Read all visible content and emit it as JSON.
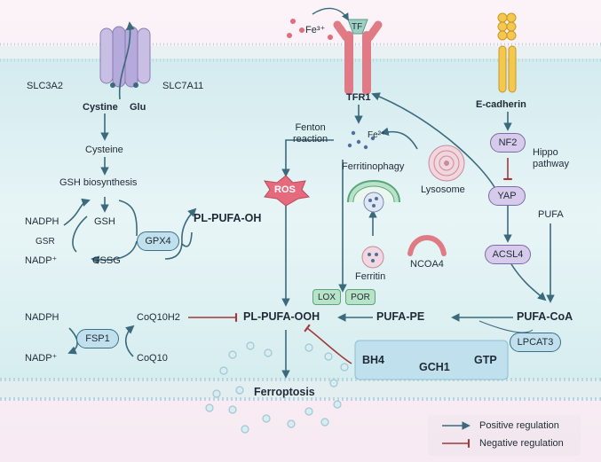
{
  "transport": {
    "slc3a2": "SLC3A2",
    "slc7a11": "SLC7A11",
    "cystine": "Cystine",
    "glu": "Glu"
  },
  "left_pathway": {
    "cysteine": "Cysteine",
    "gsh_biosynthesis": "GSH biosynthesis",
    "nadph": "NADPH",
    "gsh": "GSH",
    "gsr": "GSR",
    "nadp_plus": "NADP⁺",
    "gssg": "GSSG",
    "gpx4": "GPX4",
    "pl_pufa_oh": "PL-PUFA-OH",
    "nadph2": "NADPH",
    "fsp1": "FSP1",
    "coq10h2": "CoQ10H2",
    "nadp_plus2": "NADP⁺",
    "coq10": "CoQ10"
  },
  "iron": {
    "fe3": "Fe³⁺",
    "tf": "TF",
    "tfr1": "TFR1",
    "fe2": "Fe²⁺",
    "fenton": "Fenton\nreaction",
    "ros": "ROS",
    "ferritinophagy": "Ferritinophagy",
    "lysosome": "Lysosome",
    "ferritin": "Ferritin",
    "ncoa4": "NCOA4"
  },
  "right_pathway": {
    "e_cadherin": "E-cadherin",
    "nf2": "NF2",
    "hippo": "Hippo\npathway",
    "yap": "YAP",
    "pufa": "PUFA",
    "acsl4": "ACSL4",
    "pufa_coa": "PUFA-CoA",
    "lpcat3": "LPCAT3",
    "pufa_pe": "PUFA-PE"
  },
  "center": {
    "lox": "LOX",
    "por": "POR",
    "pl_pufa_ooh": "PL-PUFA-OOH",
    "ferroptosis": "Ferroptosis"
  },
  "bh4_box": {
    "bh4": "BH4",
    "gch1": "GCH1",
    "gtp": "GTP"
  },
  "legend": {
    "positive": "Positive regulation",
    "negative": "Negative regulation"
  },
  "colors": {
    "arrow": "#3b6a7c",
    "inhibit": "#a03a3a",
    "membrane": "#cde7ec",
    "enzyme_fill": "#bfe0ec",
    "enzyme_stroke": "#3d6f8a",
    "purple_fill": "#d6cbea",
    "ros_fill": "#e46a7c"
  }
}
